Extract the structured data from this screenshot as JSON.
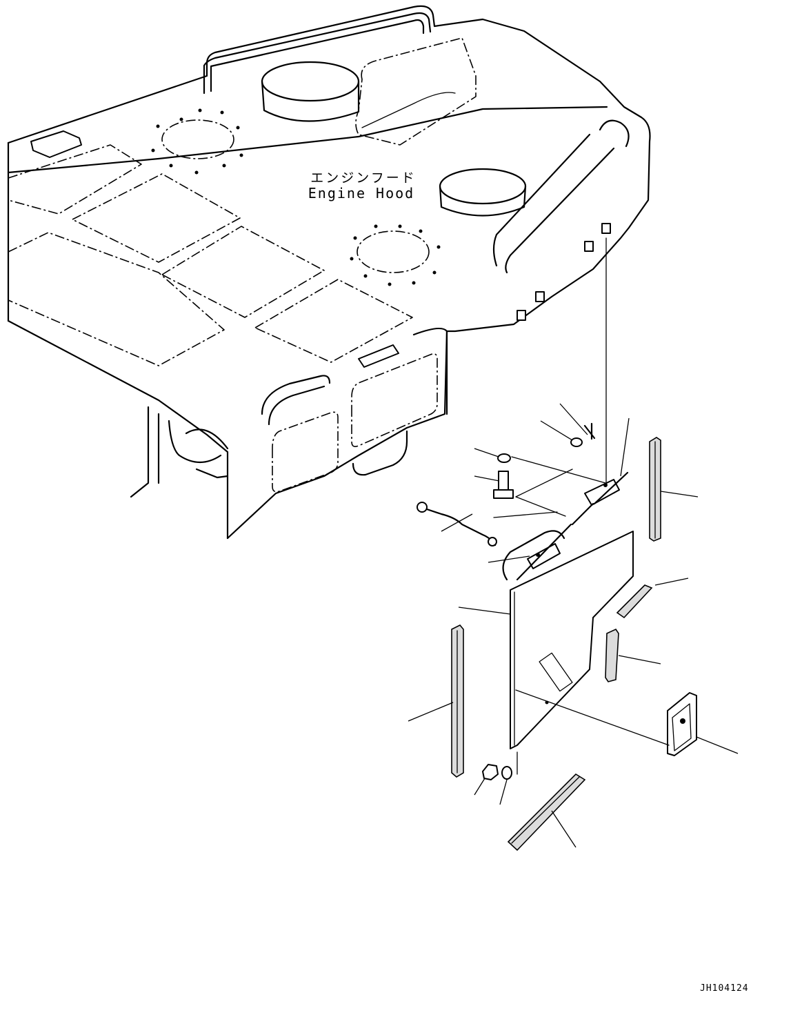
{
  "diagram": {
    "component_label_jp": "エンジンフード",
    "component_label_en": "Engine Hood",
    "drawing_code": "JH104124"
  }
}
